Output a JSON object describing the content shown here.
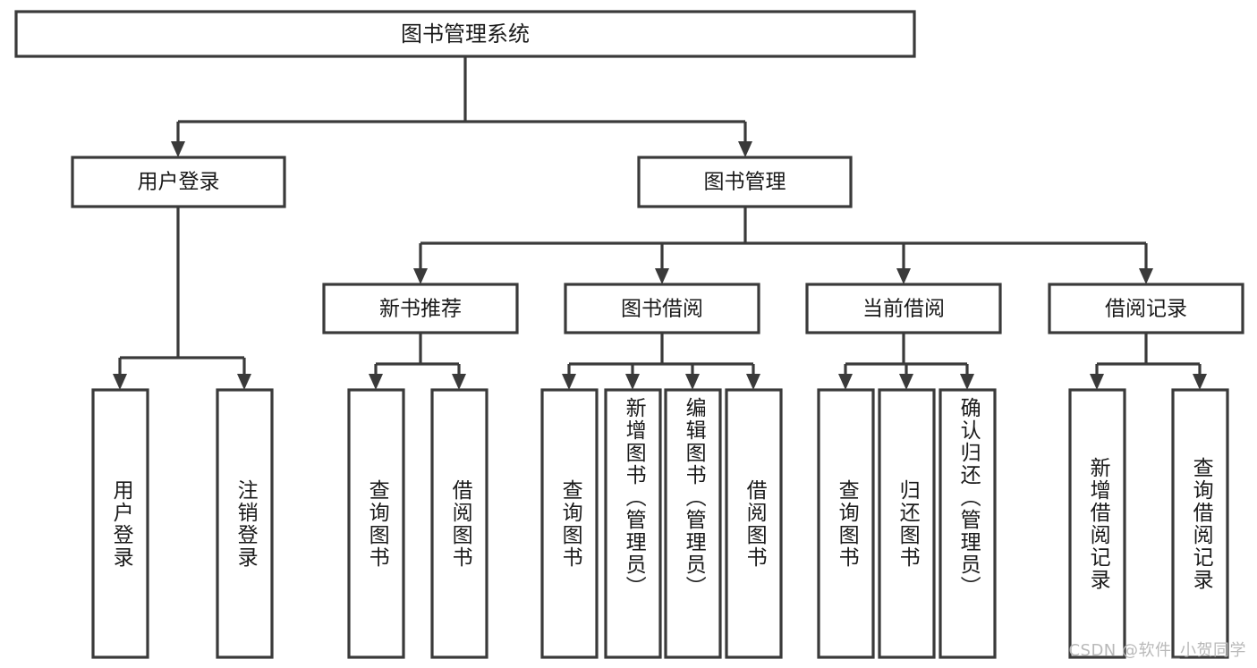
{
  "diagram": {
    "type": "tree",
    "title": "图书管理系统",
    "orientation": "top-down",
    "colors": {
      "stroke": "#3a3a3a",
      "fill": "#ffffff",
      "text": "#1a1a1a",
      "watermark": "#b9b9b9"
    },
    "nodes": {
      "root": {
        "label": "图书管理系统"
      },
      "level2": [
        {
          "id": "user-login",
          "label": "用户登录"
        },
        {
          "id": "book-manage",
          "label": "图书管理"
        }
      ],
      "level3": [
        {
          "id": "new-book-recommend",
          "label": "新书推荐"
        },
        {
          "id": "book-borrow",
          "label": "图书借阅"
        },
        {
          "id": "current-borrow",
          "label": "当前借阅"
        },
        {
          "id": "borrow-record",
          "label": "借阅记录"
        }
      ],
      "leaves": {
        "user-login": [
          {
            "id": "leaf-user-login",
            "label": "用户登录"
          },
          {
            "id": "leaf-user-logout",
            "label": "注销登录"
          }
        ],
        "new-book-recommend": [
          {
            "id": "leaf-query-book-1",
            "label": "查询图书"
          },
          {
            "id": "leaf-borrow-book-1",
            "label": "借阅图书"
          }
        ],
        "book-borrow": [
          {
            "id": "leaf-query-book-2",
            "label": "查询图书"
          },
          {
            "id": "leaf-add-book",
            "label": "新增图书（管理员）"
          },
          {
            "id": "leaf-edit-book",
            "label": "编辑图书（管理员）"
          },
          {
            "id": "leaf-borrow-book-2",
            "label": "借阅图书"
          }
        ],
        "current-borrow": [
          {
            "id": "leaf-query-book-3",
            "label": "查询图书"
          },
          {
            "id": "leaf-return-book",
            "label": "归还图书"
          },
          {
            "id": "leaf-confirm-return",
            "label": "确认归还（管理员）"
          }
        ],
        "borrow-record": [
          {
            "id": "leaf-add-record",
            "label": "新增借阅记录"
          },
          {
            "id": "leaf-query-record",
            "label": "查询借阅记录"
          }
        ]
      }
    },
    "edges": [
      {
        "from": "root",
        "to": "user-login"
      },
      {
        "from": "root",
        "to": "book-manage"
      },
      {
        "from": "book-manage",
        "to": "new-book-recommend"
      },
      {
        "from": "book-manage",
        "to": "book-borrow"
      },
      {
        "from": "book-manage",
        "to": "current-borrow"
      },
      {
        "from": "book-manage",
        "to": "borrow-record"
      },
      {
        "from": "user-login",
        "to": "leaf-user-login"
      },
      {
        "from": "user-login",
        "to": "leaf-user-logout"
      },
      {
        "from": "new-book-recommend",
        "to": "leaf-query-book-1"
      },
      {
        "from": "new-book-recommend",
        "to": "leaf-borrow-book-1"
      },
      {
        "from": "book-borrow",
        "to": "leaf-query-book-2"
      },
      {
        "from": "book-borrow",
        "to": "leaf-add-book"
      },
      {
        "from": "book-borrow",
        "to": "leaf-edit-book"
      },
      {
        "from": "book-borrow",
        "to": "leaf-borrow-book-2"
      },
      {
        "from": "current-borrow",
        "to": "leaf-query-book-3"
      },
      {
        "from": "current-borrow",
        "to": "leaf-return-book"
      },
      {
        "from": "current-borrow",
        "to": "leaf-confirm-return"
      },
      {
        "from": "borrow-record",
        "to": "leaf-add-record"
      },
      {
        "from": "borrow-record",
        "to": "leaf-query-record"
      }
    ]
  },
  "watermark": {
    "text": "CSDN @软件_小贺同学"
  }
}
